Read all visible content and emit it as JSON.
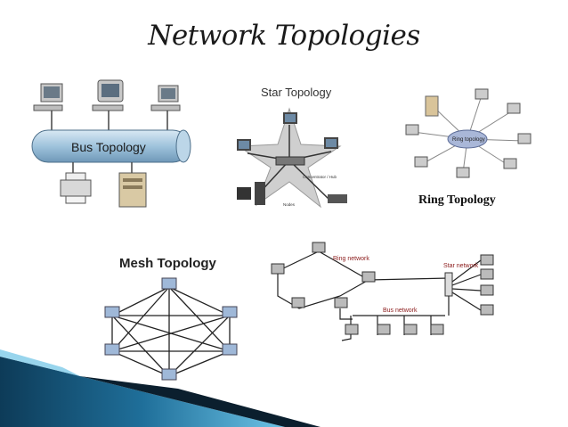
{
  "slide": {
    "title": "Network Topologies"
  },
  "bus_panel": {
    "label": "Bus Topology"
  },
  "star_panel": {
    "title": "Star Topology",
    "hub_label": "Concentrator / Hub",
    "nodes_label": "Nodes"
  },
  "ring_panel": {
    "center_label": "Ring topology",
    "caption": "Ring Topology"
  },
  "mesh_panel": {
    "title": "Mesh Topology"
  },
  "hybrid_panel": {
    "ring_label": "Ring network",
    "star_label": "Star network",
    "bus_label": "Bus network"
  },
  "colors": {
    "bus_tube": "#9fc3dc",
    "ring_hub": "#a9b7d8",
    "footer_dark": "#0d3b58",
    "footer_mid": "#1f6f9a",
    "footer_light": "#6cc3e6",
    "network_red": "#8b1a1a"
  }
}
